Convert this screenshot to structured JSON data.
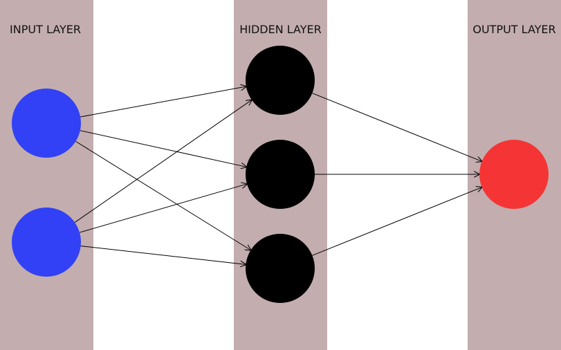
{
  "layers": {
    "input": {
      "label": "INPUT LAYER",
      "node_count": 2,
      "color": "#3241f5"
    },
    "hidden": {
      "label": "HIDDEN LAYER",
      "node_count": 3,
      "color": "#000000"
    },
    "output": {
      "label": "OUTPUT LAYER",
      "node_count": 1,
      "color": "#f53535"
    }
  },
  "colors": {
    "band": "#c3adaf",
    "background": "#ffffff",
    "edge": "#000000"
  },
  "edges": [
    {
      "from": "input-1",
      "to": "hidden-1"
    },
    {
      "from": "input-1",
      "to": "hidden-2"
    },
    {
      "from": "input-1",
      "to": "hidden-3"
    },
    {
      "from": "input-2",
      "to": "hidden-1"
    },
    {
      "from": "input-2",
      "to": "hidden-2"
    },
    {
      "from": "input-2",
      "to": "hidden-3"
    },
    {
      "from": "hidden-1",
      "to": "output-1"
    },
    {
      "from": "hidden-2",
      "to": "output-1"
    },
    {
      "from": "hidden-3",
      "to": "output-1"
    }
  ]
}
